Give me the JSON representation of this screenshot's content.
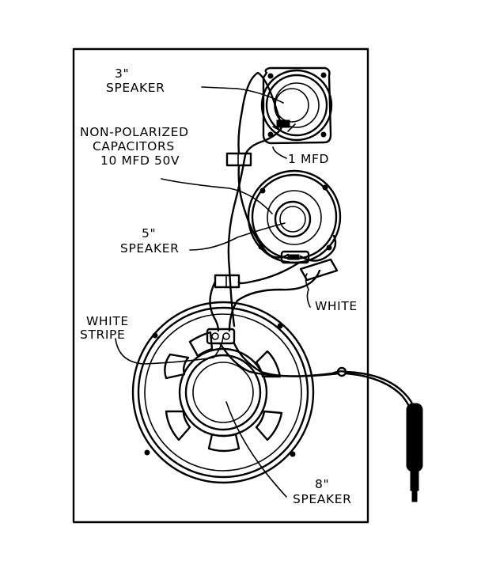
{
  "labels": {
    "speaker3_size": "3\"",
    "speaker3_name": "SPEAKER",
    "capacitors_line1": "NON-POLARIZED",
    "capacitors_line2": "CAPACITORS",
    "capacitors_line3": "10 MFD 50V",
    "one_mfd": "1 MFD",
    "speaker5_size": "5\"",
    "speaker5_name": "SPEAKER",
    "white": "WHITE",
    "white_stripe_line1": "WHITE",
    "white_stripe_line2": "STRIPE",
    "speaker8_size": "8\"",
    "speaker8_name": "SPEAKER"
  }
}
